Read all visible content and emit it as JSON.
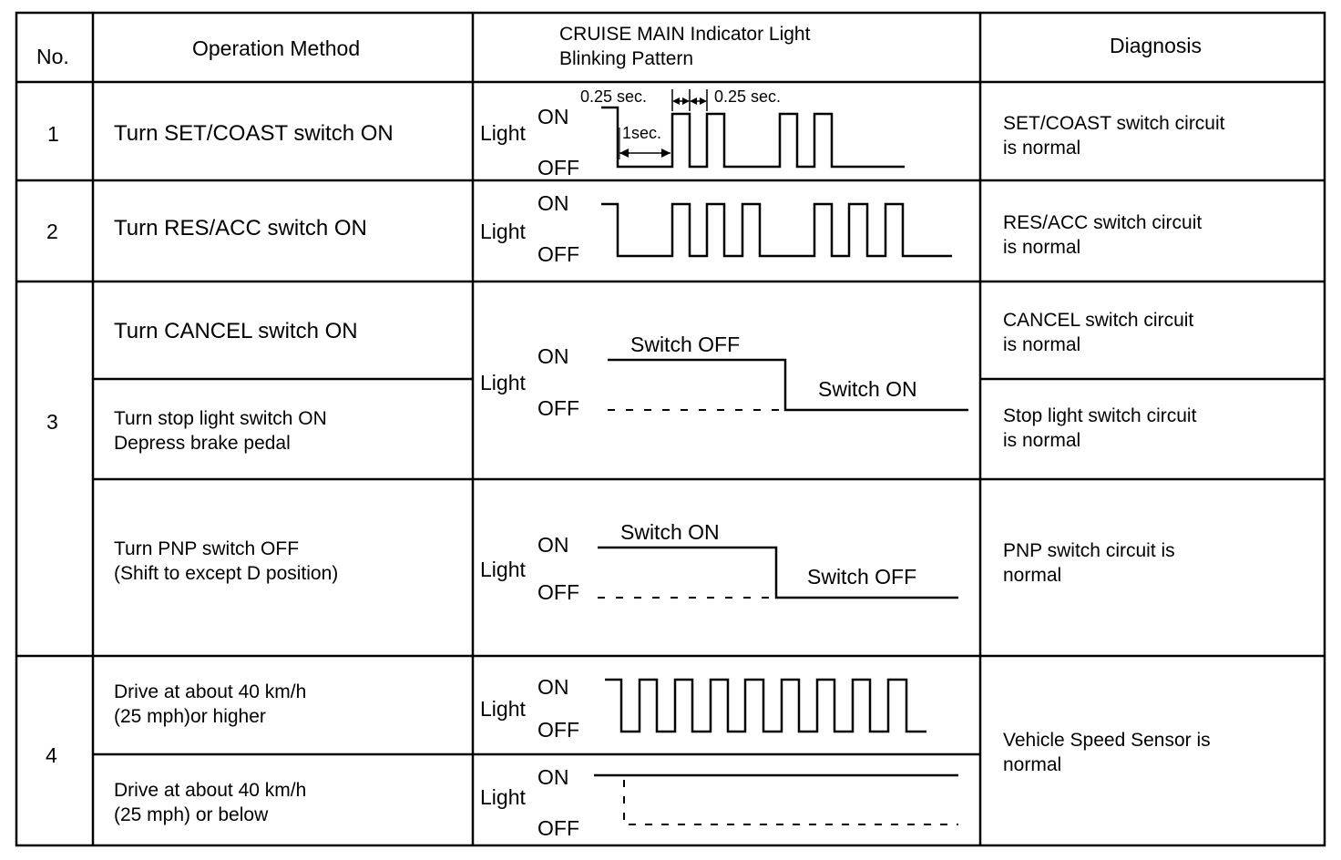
{
  "header": {
    "no": "No.",
    "operation": "Operation Method",
    "pattern_line1": "CRUISE MAIN Indicator Light",
    "pattern_line2": "Blinking Pattern",
    "diagnosis": "Diagnosis"
  },
  "rows": [
    {
      "no": "1",
      "operation": [
        "Turn SET/COAST switch ON"
      ],
      "diagnosis": [
        "SET/COAST switch circuit",
        "is normal"
      ]
    },
    {
      "no": "2",
      "operation": [
        "Turn RES/ACC switch ON"
      ],
      "diagnosis": [
        "RES/ACC switch circuit",
        "is normal"
      ]
    },
    {
      "no": "3",
      "operation": [
        "Turn CANCEL switch ON"
      ],
      "diagnosis": [
        "CANCEL switch circuit",
        "is normal"
      ]
    },
    {
      "no": "",
      "operation": [
        "Turn stop light switch ON",
        "Depress brake pedal"
      ],
      "diagnosis": [
        "Stop light switch circuit",
        "is normal"
      ]
    },
    {
      "no": "",
      "operation": [
        "Turn PNP switch OFF",
        "(Shift to except D position)"
      ],
      "diagnosis": [
        "PNP switch circuit is",
        "normal"
      ]
    },
    {
      "no": "4",
      "operation": [
        "Drive at about 40 km/h",
        "(25 mph)or higher"
      ],
      "diagnosis": [
        "Vehicle Speed Sensor is",
        "normal"
      ]
    },
    {
      "no": "",
      "operation": [
        "Drive at about 40 km/h",
        "(25 mph) or below"
      ],
      "diagnosis": []
    }
  ],
  "waveform": {
    "light": "Light",
    "on": "ON",
    "off": "OFF",
    "quarter_sec_left": "0.25 sec.",
    "quarter_sec_right": "0.25 sec.",
    "one_sec": "1sec.",
    "row3_top": "Switch OFF",
    "row3_bottom": "Switch ON",
    "row4_top": "Switch ON",
    "row4_bottom": "Switch OFF"
  },
  "colors": {
    "ink": "#000000",
    "paper": "#ffffff"
  }
}
